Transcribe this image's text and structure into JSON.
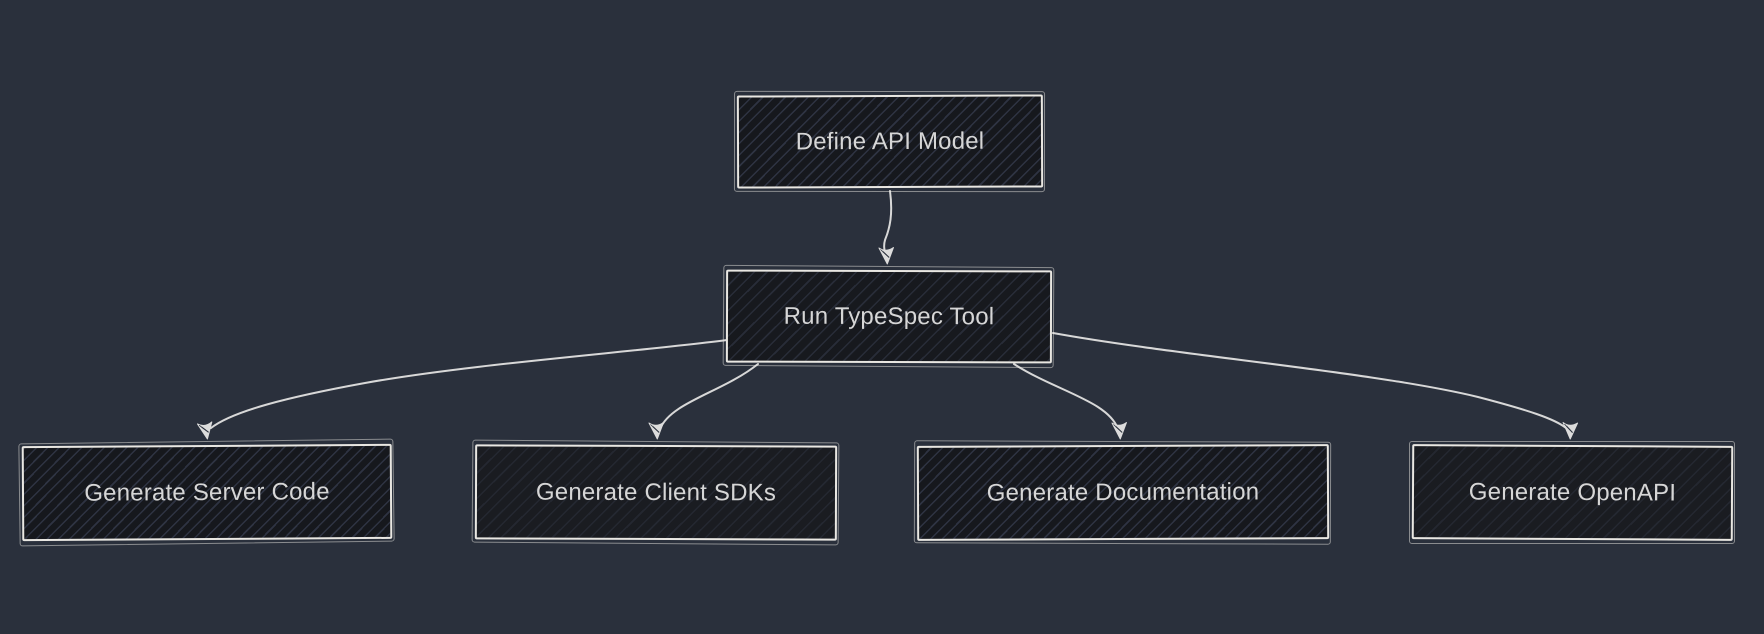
{
  "diagram": {
    "type": "flowchart",
    "direction": "top-down",
    "background": "#2a303c",
    "colors": {
      "node_fill": "#16181d",
      "node_hatch": "#6c7aa2",
      "node_border": "#e9e7e2",
      "edge_stroke": "#d8d8d8",
      "label_text": "#d6d6d6"
    },
    "nodes": [
      {
        "id": "define-api-model",
        "label": "Define API Model"
      },
      {
        "id": "run-typespec-tool",
        "label": "Run TypeSpec Tool"
      },
      {
        "id": "generate-server-code",
        "label": "Generate Server Code"
      },
      {
        "id": "generate-client-sdks",
        "label": "Generate Client SDKs"
      },
      {
        "id": "generate-documentation",
        "label": "Generate Documentation"
      },
      {
        "id": "generate-openapi",
        "label": "Generate OpenAPI"
      }
    ],
    "edges": [
      {
        "from": "Define API Model",
        "to": "Run TypeSpec Tool"
      },
      {
        "from": "Run TypeSpec Tool",
        "to": "Generate Server Code"
      },
      {
        "from": "Run TypeSpec Tool",
        "to": "Generate Client SDKs"
      },
      {
        "from": "Run TypeSpec Tool",
        "to": "Generate Documentation"
      },
      {
        "from": "Run TypeSpec Tool",
        "to": "Generate OpenAPI"
      }
    ]
  }
}
